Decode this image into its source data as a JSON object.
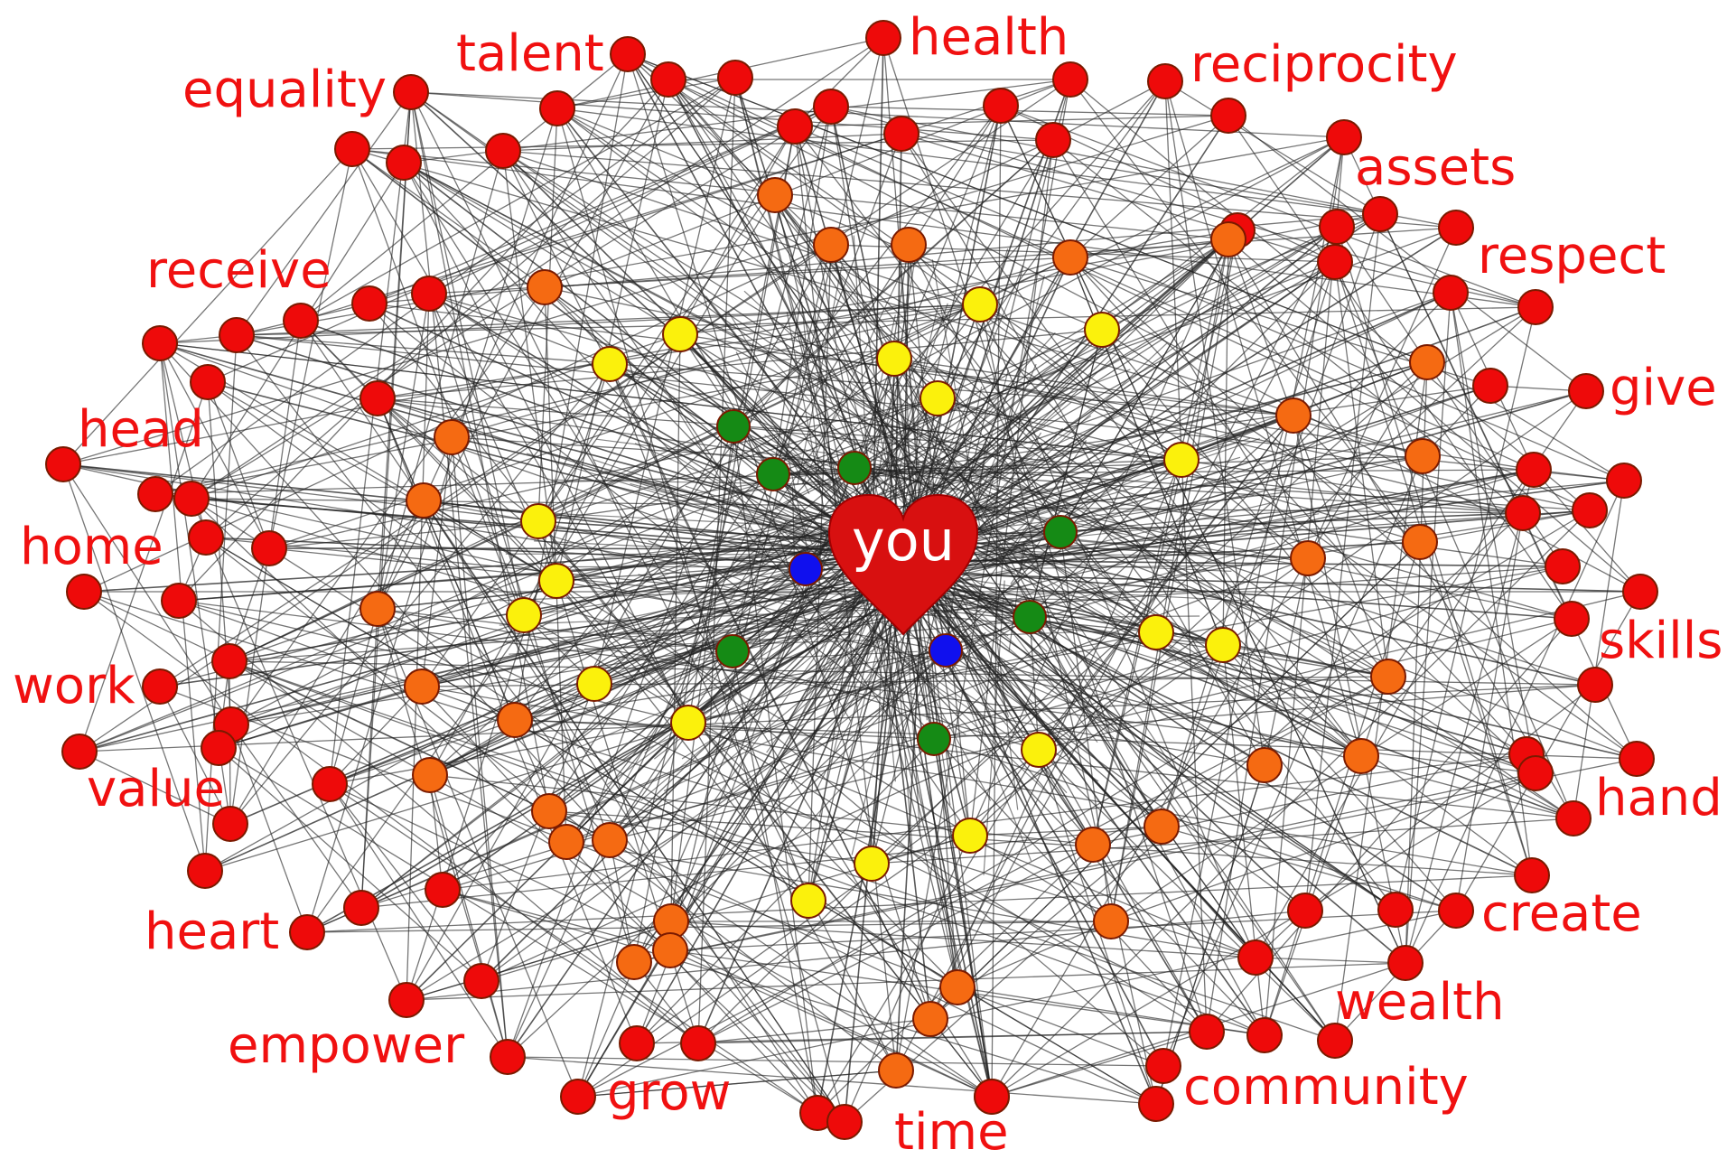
{
  "center": {
    "label": "you"
  },
  "words": {
    "health": "health",
    "talent": "talent",
    "equality": "equality",
    "reciprocity": "reciprocity",
    "assets": "assets",
    "respect": "respect",
    "receive": "receive",
    "give": "give",
    "head": "head",
    "home": "home",
    "skills": "skills",
    "work": "work",
    "value": "value",
    "hand": "hand",
    "heart": "heart",
    "create": "create",
    "wealth": "wealth",
    "empower": "empower",
    "community": "community",
    "grow": "grow",
    "time": "time"
  },
  "colors": {
    "words": "#f01010",
    "heart": "#d81010",
    "red_node": "#ee0a0a",
    "orange_node": "#f56a12",
    "yellow_node": "#fbf10c",
    "green_node": "#158a15",
    "blue_node": "#1010ee",
    "edge": "#222222"
  }
}
